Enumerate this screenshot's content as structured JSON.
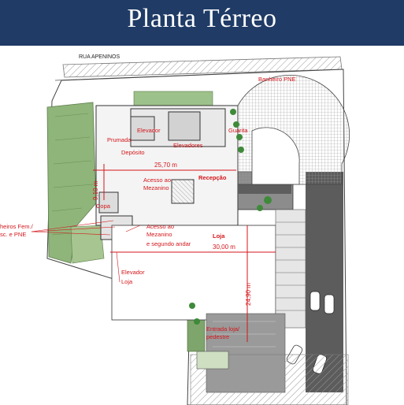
{
  "title": "Planta Térreo",
  "street": "RUA APENINOS",
  "labels": {
    "banheiro_pne": "Banheiro PNE",
    "elevador": "Elevador",
    "elevadores": "Elevadores",
    "guarita": "Guarita",
    "prumada": "Prumada",
    "deposito": "Depósito",
    "recepcao": "Recepção",
    "acesso_mezanino": "Acesso ao",
    "acesso_mezanino_2": "Mezanino",
    "copa": "Copa",
    "banheiros_1": "heiros Fem./",
    "banheiros_2": "sc. e PNE",
    "acesso_seg_1": "Acesso ao",
    "acesso_seg_2": "Mezanino",
    "acesso_seg_3": "e segundo andar",
    "loja": "Loja",
    "elevador_loja_1": "Elevador",
    "elevador_loja_2": "Loja",
    "entrada_1": "Entrada loja/",
    "entrada_2": "pedestre"
  },
  "dimensions": {
    "d1": "25,70 m",
    "d2": "9,10 m",
    "d3": "30,00 m",
    "d4": "24,90 m"
  },
  "colors": {
    "header": "#1f3b66",
    "label": "#d4161b",
    "green": "#8fb57a"
  }
}
